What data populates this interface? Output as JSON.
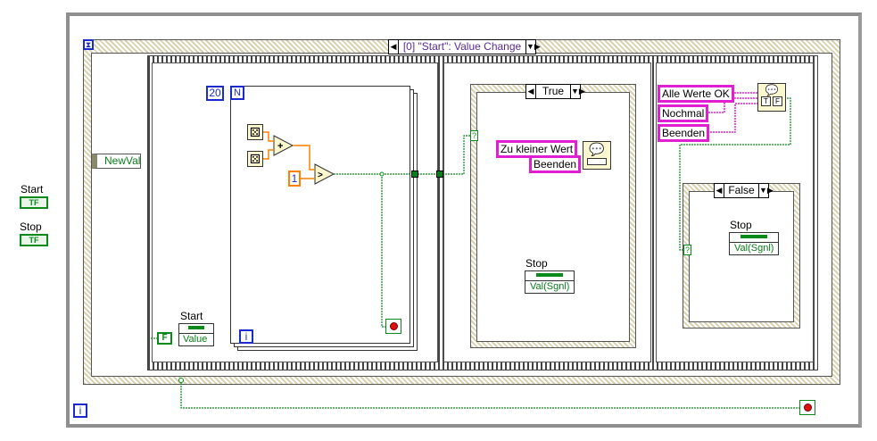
{
  "front_controls": {
    "start_label": "Start",
    "stop_label": "Stop",
    "bool_glyph": "TF"
  },
  "event_structure": {
    "selector": "[0] \"Start\": Value Change",
    "event_data": "NewVal"
  },
  "for_loop": {
    "count": "20",
    "count_terminal": "N",
    "iteration": "i",
    "constant": "1"
  },
  "frame1": {
    "start_local_label": "Start",
    "start_local_value": "Value",
    "false_constant": "F"
  },
  "case_true": {
    "selector": "True",
    "tunnel": "?",
    "message": "Zu kleiner Wert",
    "button": "Beenden",
    "stop_label": "Stop",
    "stop_value": "Val(Sgnl)"
  },
  "frame3": {
    "msg": "Alle Werte OK",
    "btn1": "Nochmal",
    "btn2": "Beenden",
    "dialog_t": "T",
    "dialog_f": "F"
  },
  "case_false": {
    "selector": "False",
    "tunnel": "?",
    "stop_label": "Stop",
    "stop_value": "Val(Sgnl)"
  },
  "while_loop": {
    "iteration": "i"
  },
  "colors": {
    "wire_bool": "#0a8a1a",
    "wire_num": "#ff8000",
    "wire_str": "#e020d0",
    "int": "#1a2cd0"
  }
}
